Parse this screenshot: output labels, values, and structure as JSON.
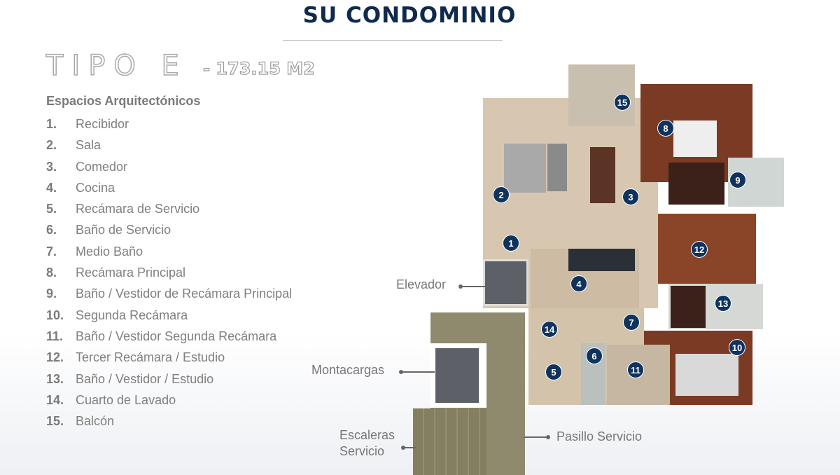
{
  "header": {
    "title": "SU CONDOMINIO"
  },
  "unit": {
    "type": "TIPO E",
    "area": "- 173.15 M2"
  },
  "spaces": {
    "heading": "Espacios Arquitectónicos",
    "items": [
      {
        "num": "1.",
        "label": "Recibidor"
      },
      {
        "num": "2.",
        "label": "Sala"
      },
      {
        "num": "3.",
        "label": "Comedor"
      },
      {
        "num": "4.",
        "label": "Cocina"
      },
      {
        "num": "5.",
        "label": "Recámara de Servicio"
      },
      {
        "num": "6.",
        "label": "Baño de Servicio"
      },
      {
        "num": "7.",
        "label": "Medio Baño"
      },
      {
        "num": "8.",
        "label": "Recámara Principal"
      },
      {
        "num": "9.",
        "label": "Baño / Vestidor de Recámara Principal"
      },
      {
        "num": "10.",
        "label": "Segunda Recámara"
      },
      {
        "num": "11.",
        "label": "Baño / Vestidor Segunda Recámara"
      },
      {
        "num": "12.",
        "label": "Tercer Recámara / Estudio"
      },
      {
        "num": "13.",
        "label": "Baño / Vestidor / Estudio"
      },
      {
        "num": "14.",
        "label": "Cuarto de Lavado"
      },
      {
        "num": "15.",
        "label": "Balcón"
      }
    ]
  },
  "plan": {
    "markers": [
      "1",
      "2",
      "3",
      "4",
      "5",
      "6",
      "7",
      "8",
      "9",
      "10",
      "11",
      "12",
      "13",
      "14",
      "15"
    ],
    "callouts": {
      "elevator": "Elevador",
      "freight": "Montacargas",
      "stairs_1": "Escaleras",
      "stairs_2": "Servicio",
      "corridor": "Pasillo Servicio"
    }
  },
  "colors": {
    "title": "#0f2a4c",
    "marker": "#10335e"
  }
}
